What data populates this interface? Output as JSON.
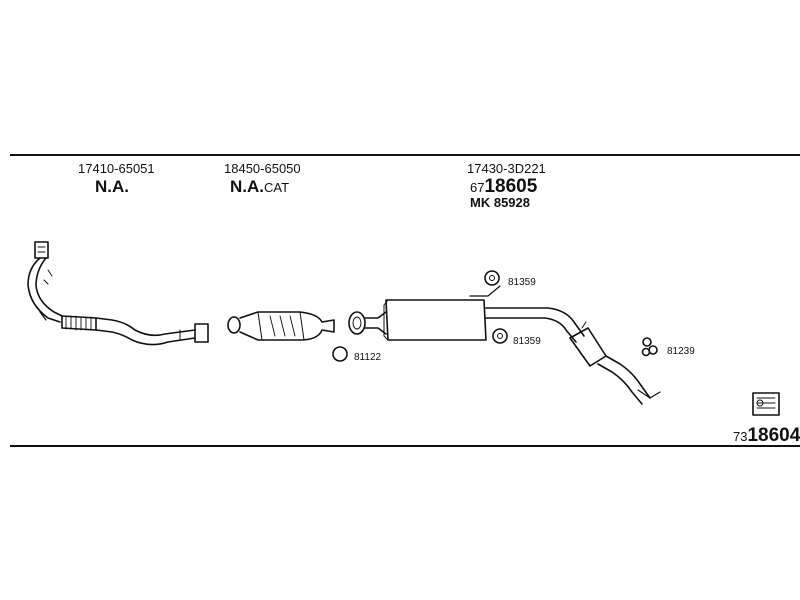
{
  "sections": [
    {
      "part_number": "17410-65051",
      "variant_main": "N.A.",
      "variant_suffix": ""
    },
    {
      "part_number": "18450-65050",
      "variant_main": "N.A.",
      "variant_suffix": "CAT"
    },
    {
      "part_number": "17430-3D221",
      "ref_prefix": "67",
      "ref_number": "18605",
      "mk_prefix": "MK",
      "mk_number": "85928"
    }
  ],
  "callouts": {
    "muffler_hanger_top": "81359",
    "muffler_hanger_bottom": "81359",
    "gasket_front": "81122",
    "tail_hanger": "81239"
  },
  "footer": {
    "prefix": "73",
    "number": "18604"
  },
  "colors": {
    "line": "#111111",
    "background": "#ffffff"
  }
}
